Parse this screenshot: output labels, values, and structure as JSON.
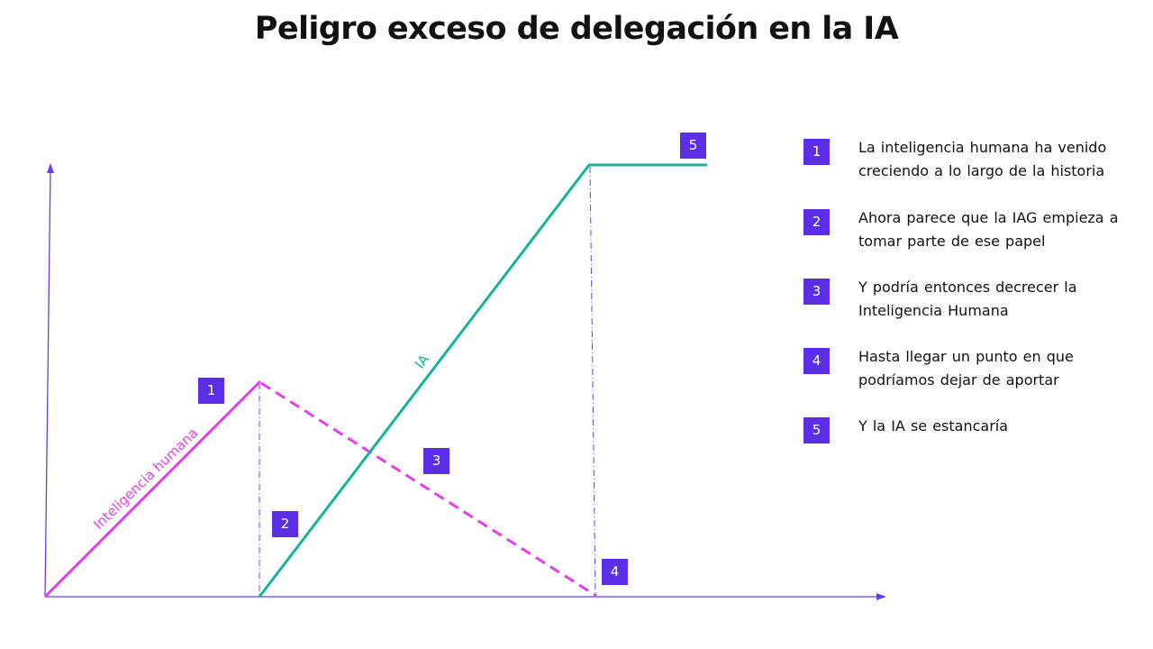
{
  "slide": {
    "title": "Peligro exceso de delegación en la IA"
  },
  "diagram": {
    "labels": {
      "human": "Inteligencia humana",
      "ai": "IA"
    },
    "markers": [
      "1",
      "2",
      "3",
      "4",
      "5"
    ]
  },
  "legend": {
    "items": [
      {
        "number": "1",
        "text": "La inteligencia humana ha venido creciendo a lo largo de la historia"
      },
      {
        "number": "2",
        "text": "Ahora parece que la IAG empieza a tomar parte de ese papel"
      },
      {
        "number": "3",
        "text": "Y podría entonces decrecer la Inteligencia Humana"
      },
      {
        "number": "4",
        "text": "Hasta llegar un punto en que podríamos dejar de aportar"
      },
      {
        "number": "5",
        "text": "Y la IA se estancaría"
      }
    ]
  },
  "colors": {
    "axis": "#6a3df0",
    "human": "#e040e8",
    "ai": "#14b39a",
    "guide": "#5a4ad6",
    "badge": "#5b2ee8"
  }
}
